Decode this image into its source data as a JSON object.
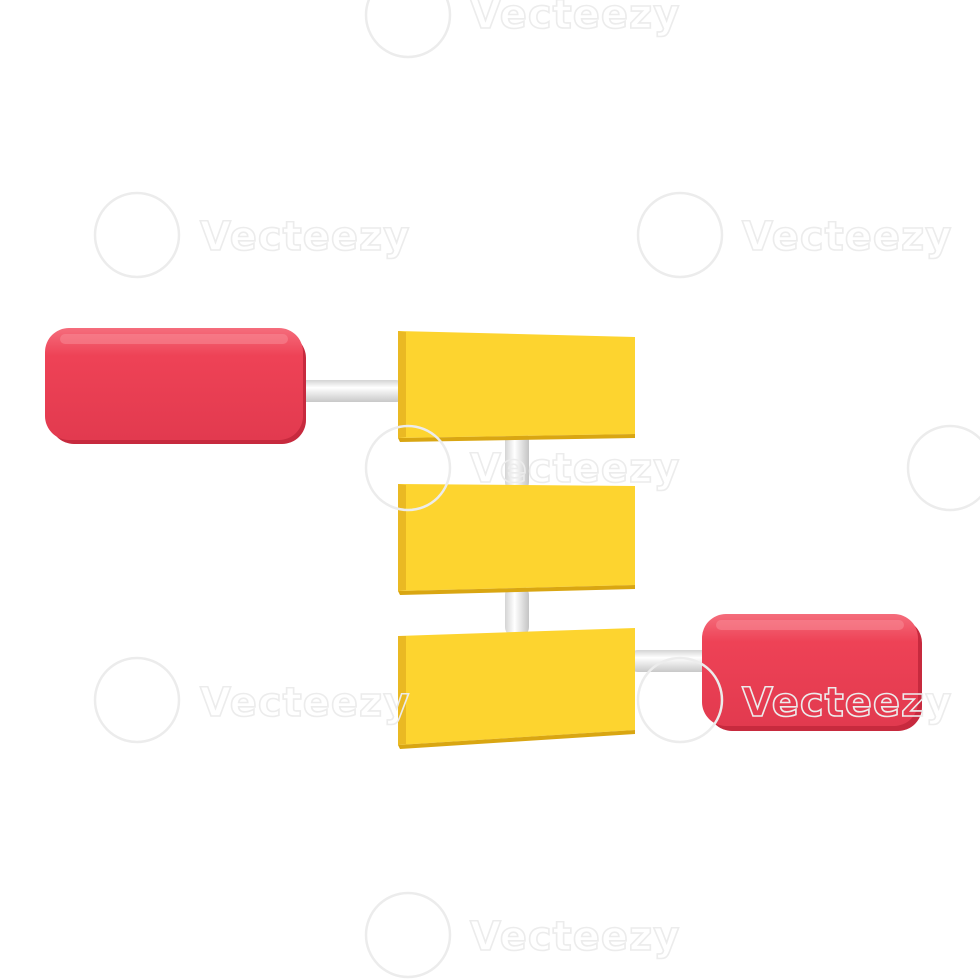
{
  "diagram": {
    "type": "flowchart-3d",
    "colors": {
      "red_node": "#ee4256",
      "red_node_highlight": "#f47a86",
      "red_node_shadow": "#c72a3e",
      "yellow_node": "#fdd42f",
      "yellow_node_side": "#eab923",
      "yellow_node_bottom": "#d9a612",
      "connector": "#f2f2f2",
      "connector_shadow": "#c9c9c9",
      "background": "#ffffff"
    },
    "nodes": [
      {
        "id": "red-top",
        "shape": "rounded-rect",
        "color": "red"
      },
      {
        "id": "yellow-1",
        "shape": "rect",
        "color": "yellow"
      },
      {
        "id": "yellow-2",
        "shape": "rect",
        "color": "yellow"
      },
      {
        "id": "yellow-3",
        "shape": "rect",
        "color": "yellow"
      },
      {
        "id": "red-bottom",
        "shape": "rounded-rect",
        "color": "red"
      }
    ],
    "edges": [
      {
        "from": "red-top",
        "to": "yellow-1"
      },
      {
        "from": "yellow-1",
        "to": "yellow-2"
      },
      {
        "from": "yellow-2",
        "to": "yellow-3"
      },
      {
        "from": "yellow-3",
        "to": "red-bottom"
      }
    ]
  },
  "watermark": {
    "brand": "Vecteezy",
    "logo": "vecteezy-logo"
  }
}
